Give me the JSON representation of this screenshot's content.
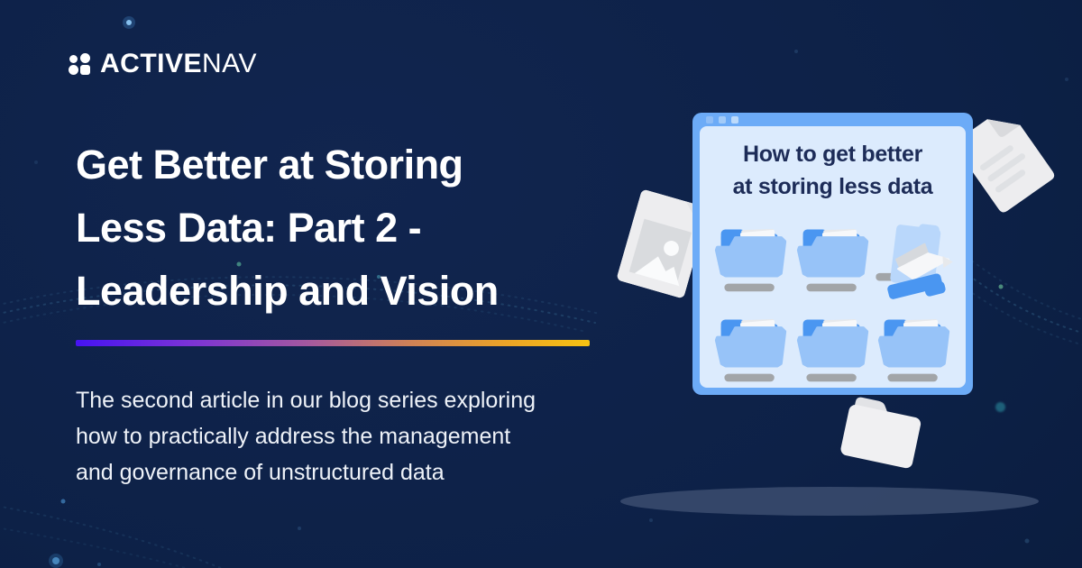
{
  "brand": {
    "logo_icon": "activenav-mark-icon",
    "logo_text_bold": "ACTIVE",
    "logo_text_light": "NAV"
  },
  "hero": {
    "title": "Get Better at Storing\nLess Data: Part 2 -\nLeadership and Vision",
    "subtitle": "The second article in our blog series exploring\nhow to practically address the management\nand governance of unstructured data",
    "divider_gradient": [
      "#4613f2",
      "#7b33d6",
      "#a4589f",
      "#cf8156",
      "#eca426",
      "#f7c312"
    ]
  },
  "colors": {
    "background": "#0d2147",
    "heading_text": "#ffffff",
    "window_frame": "#6cabf7",
    "window_content": "#dcebfd",
    "window_title_text": "#1d2c58",
    "folder_front": "#97c3f8",
    "folder_back": "#4a96f1",
    "label_bar": "#a2a5a8",
    "document_fill": "#ededef"
  },
  "illustration": {
    "window": {
      "title": "How to get better\nat storing less data",
      "controls": [
        "window-dot-icon",
        "window-dot-icon",
        "window-dot-icon"
      ]
    },
    "folder_grid": [
      [
        "open-folder-icon",
        "open-folder-icon",
        "opening-folder-icon"
      ],
      [
        "open-folder-icon",
        "open-folder-icon",
        "open-folder-icon"
      ]
    ],
    "floating_icons": {
      "top_right": "text-document-icon",
      "left": "image-document-icon",
      "bottom": "closed-folder-icon"
    },
    "shadow": "ground-shadow-ellipse"
  }
}
